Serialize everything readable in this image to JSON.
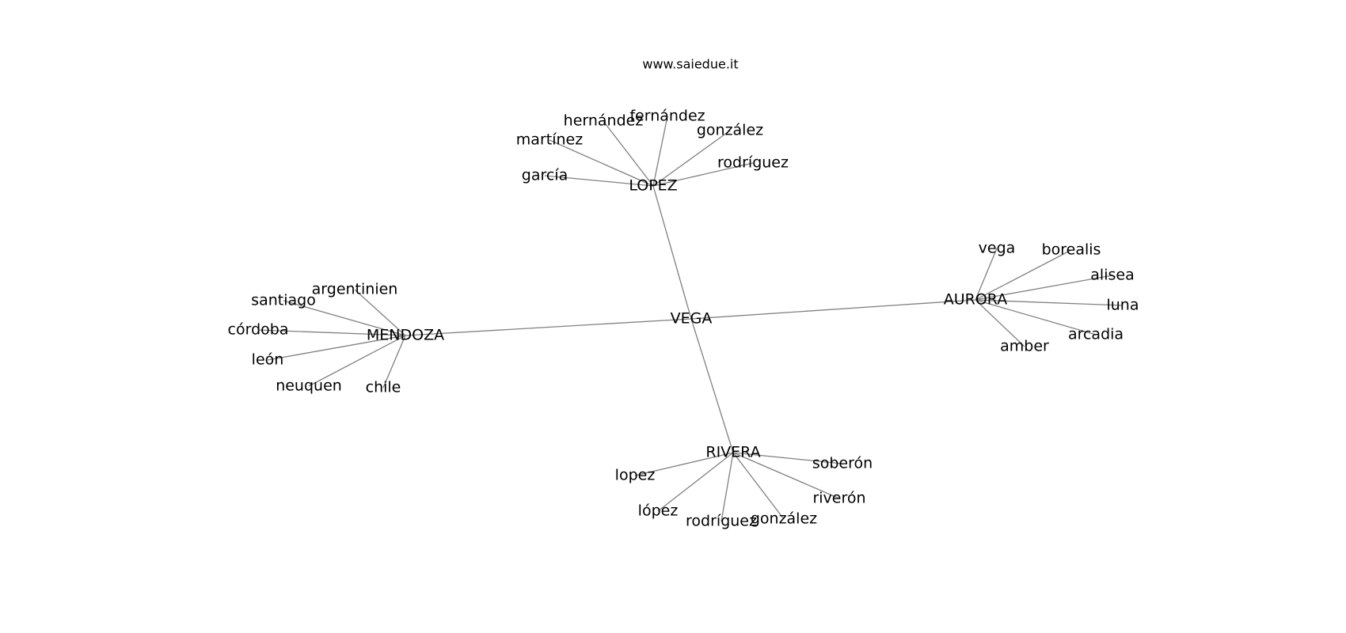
{
  "header": {
    "site": "www.saiedue.it"
  },
  "graph": {
    "root": "VEGA",
    "hubs": [
      {
        "id": "lopez",
        "label": "LOPEZ",
        "leaves": [
          "garcía",
          "martínez",
          "hernández",
          "fernández",
          "gonzález",
          "rodríguez"
        ]
      },
      {
        "id": "aurora",
        "label": "AURORA",
        "leaves": [
          "vega",
          "borealis",
          "alisea",
          "luna",
          "arcadia",
          "amber"
        ]
      },
      {
        "id": "mendoza",
        "label": "MENDOZA",
        "leaves": [
          "argentinien",
          "santiago",
          "córdoba",
          "león",
          "neuquen",
          "chile"
        ]
      },
      {
        "id": "rivera",
        "label": "RIVERA",
        "leaves": [
          "lopez",
          "lópez",
          "rodríguez",
          "gonzález",
          "riverón",
          "soberón"
        ]
      }
    ]
  },
  "colors": {
    "edge": "#808080",
    "text": "#000000",
    "background": "#ffffff"
  }
}
